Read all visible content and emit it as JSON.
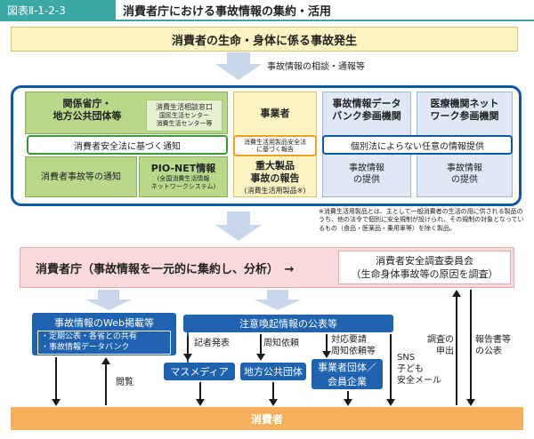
{
  "header": {
    "tag": "図表Ⅱ-1-2-3",
    "title": "消費者庁における事故情報の集約・活用"
  },
  "top_banner": "消費者の生命・身体に係る事故発生",
  "top_arrow_note": "事故情報の相談・通報等",
  "columns": {
    "local_gov": {
      "title": "関係省庁・\n地方公共団体等",
      "sub_box": "消費生活相談窓口",
      "sub_small": "国民生活センター\n消費生活センター等",
      "notify": "消費者事故等の通知",
      "pionet_title": "PIO-NET情報",
      "pionet_sub": "(全国消費生活情報\nネットワークシステム)"
    },
    "business": {
      "title": "事業者",
      "band": "消費生活用製品安全法\nに基づく報告",
      "body": "重大製品\n事故の報告",
      "body_sub": "(消費生活用製品※)"
    },
    "databank": {
      "title": "事故情報データ\nバンク参画機関",
      "body": "事故情報\nの提供"
    },
    "medical": {
      "title": "医療機関ネット\nワーク参画機関",
      "body": "事故情報\nの提供"
    }
  },
  "bands": {
    "green": "消費者安全法に基づく通知",
    "blue": "個別法によらない任意の情報提供"
  },
  "footnote": "※消費生活用製品とは、主として一般消費者の生活の用に供される製品のうち、他の法令で個別に安全規制が設けられ、その規制の対象となっているもの（食品・医薬品・乗用車等）を除く製品。",
  "agency": {
    "main": "消費者庁（事故情報を一元的に集約し、分析）　→",
    "committee": "消費者安全調査委員会\n（生命身体事故等の原因を調査）"
  },
  "web": {
    "title": "事故情報のWeb掲載等",
    "items": "・定期公表・各省との共有\n・事故情報データバンク"
  },
  "warning": {
    "title": "注意喚起情報の公表等"
  },
  "targets": {
    "media": "マスメディア",
    "local": "地方公共団体",
    "groups": "事業者団体／\n会員企業"
  },
  "labels": {
    "browse": "閲覧",
    "press": "記者発表",
    "request": "周知依頼",
    "response": "対応要請\n周知依頼等",
    "sns": "SNS\n子ども\n安全メール",
    "report": "調査の\n申出",
    "publish": "報告書等\nの公表"
  },
  "bottom": "消費者"
}
